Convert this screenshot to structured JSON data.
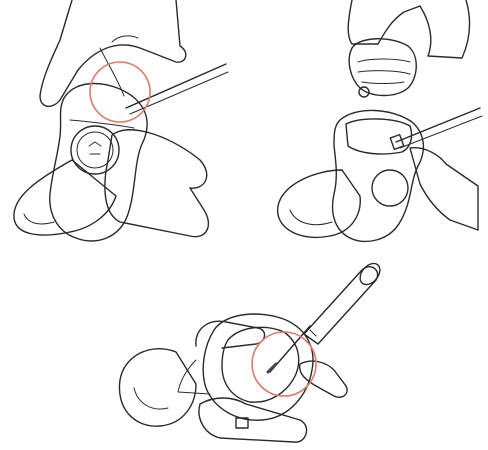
{
  "colors": {
    "background": "#ffffff",
    "outline": "#2a2a2a",
    "device_body": "#f4c6a1",
    "device_shade": "#e8b48a",
    "hand": "#ffffff",
    "highlight_circle": "#e07a6a",
    "shield": "#f5f5f5",
    "tool_tip": "#444444"
  },
  "panels": [
    {
      "step": "hold-and-pry",
      "icons": [
        "hand-icon",
        "pry-tool-icon",
        "highlight-circle-icon",
        "breast-pump-body-icon",
        "pump-button-icon"
      ]
    },
    {
      "step": "remove-top-and-insert-tool",
      "icons": [
        "hand-icon",
        "pump-cap-icon",
        "pry-tool-icon",
        "breast-pump-body-icon",
        "breast-shield-icon"
      ]
    },
    {
      "step": "unscrew-with-screwdriver",
      "icons": [
        "hand-icon",
        "screwdriver-icon",
        "highlight-circle-icon",
        "breast-pump-body-icon",
        "breast-shield-icon"
      ]
    }
  ]
}
